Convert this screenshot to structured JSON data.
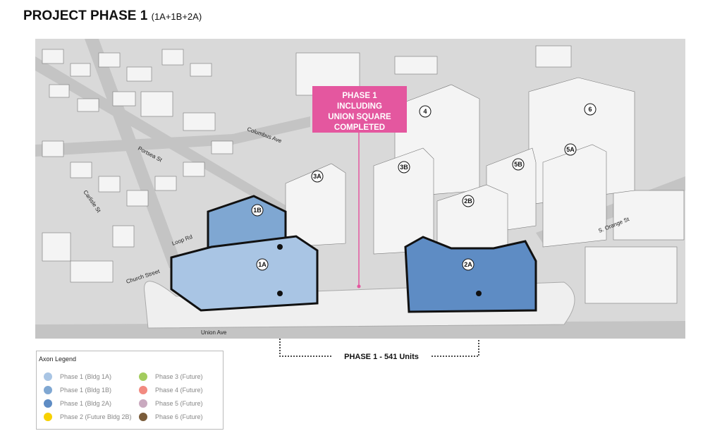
{
  "title": {
    "main": "PROJECT PHASE 1",
    "sub": "(1A+1B+2A)"
  },
  "callout": {
    "lines": [
      "PHASE 1",
      "INCLUDING",
      "UNION SQUARE",
      "COMPLETED"
    ],
    "color": "#e4579f"
  },
  "units_label": "PHASE 1  -  541 Units",
  "buildings": [
    "1B",
    "1A",
    "2A",
    "3A",
    "3B",
    "4",
    "2B",
    "5B",
    "5A",
    "6"
  ],
  "streets": {
    "columbus": "Columbus Ave",
    "portsea": "Portsea St",
    "carlisle": "Carlisle St",
    "loop": "Loop Rd",
    "church": "Church Street",
    "union": "Union Ave",
    "orange": "S. Orange St"
  },
  "legend": {
    "title": "Axon Legend",
    "items": [
      {
        "label": "Phase 1 (Bldg 1A)",
        "color": "#a9c5e4"
      },
      {
        "label": "Phase 1 (Bldg 1B)",
        "color": "#7fa7d2"
      },
      {
        "label": "Phase 1 (Bldg 2A)",
        "color": "#5e8cc4"
      },
      {
        "label": "Phase 2 (Future Bldg 2B)",
        "color": "#f7d100"
      },
      {
        "label": "Phase 3 (Future)",
        "color": "#a3cc5e"
      },
      {
        "label": "Phase 4 (Future)",
        "color": "#f28a80"
      },
      {
        "label": "Phase 5 (Future)",
        "color": "#c9a9bf"
      },
      {
        "label": "Phase 6 (Future)",
        "color": "#7a5c3a"
      }
    ]
  }
}
